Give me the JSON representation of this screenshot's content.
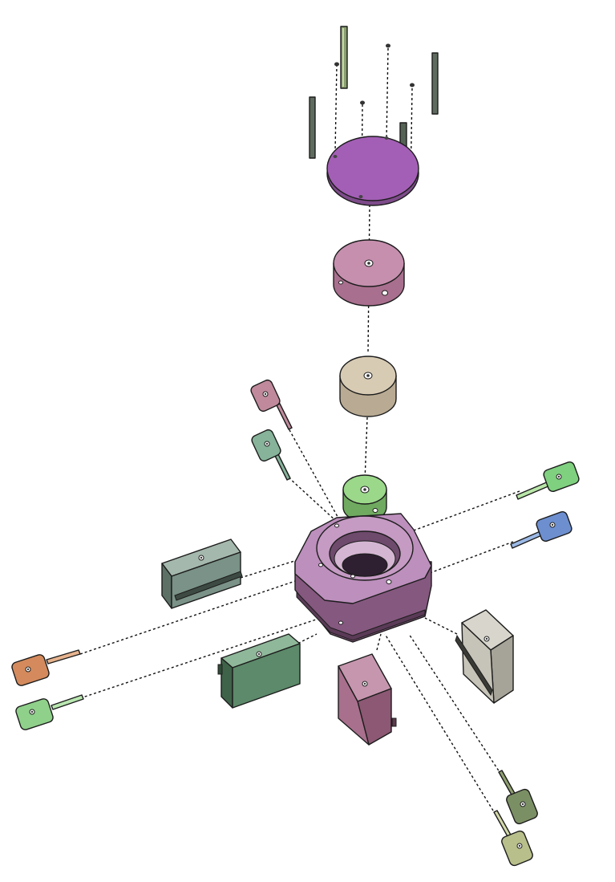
{
  "diagram": {
    "kind": "exploded-assembly-view",
    "background": "#ffffff",
    "parts": {
      "dowel_pins": {
        "count": 4,
        "color": "#6f7b6c"
      },
      "screws": {
        "count": 4,
        "color": "#555555"
      },
      "top_plate": {
        "color": "#a35fb5"
      },
      "upper_bushing": {
        "color": "#b77f9c"
      },
      "lower_bushing": {
        "color": "#cfc1a8"
      },
      "guide_sleeve": {
        "color": "#8cc878"
      },
      "housing": {
        "color": "#a77aa6"
      },
      "side_blocks": [
        {
          "id": "left-upper",
          "color": "#7a9287"
        },
        {
          "id": "left-lower",
          "color": "#5c8a6a"
        },
        {
          "id": "front",
          "color": "#a8708d"
        },
        {
          "id": "right",
          "color": "#c6c3b8"
        }
      ],
      "keys": [
        {
          "id": "top-left-pink",
          "color": "#c08a9c"
        },
        {
          "id": "top-left-green",
          "color": "#86b39a"
        },
        {
          "id": "right-green",
          "color": "#7fd07f"
        },
        {
          "id": "right-blue",
          "color": "#6d8fd0"
        },
        {
          "id": "left-orange",
          "color": "#d48a5c"
        },
        {
          "id": "left-green",
          "color": "#8fd08a"
        },
        {
          "id": "bottom-olive",
          "color": "#7b8f64"
        },
        {
          "id": "bottom-khaki",
          "color": "#b8bf8a"
        }
      ]
    }
  }
}
